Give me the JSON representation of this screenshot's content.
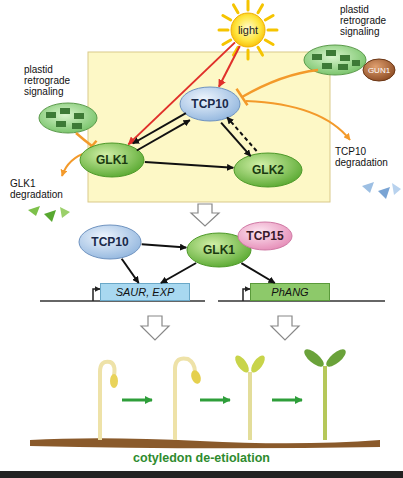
{
  "diagram": {
    "nodes": [
      {
        "text": [
          "light"
        ]
      },
      {
        "text": [
          "GUN1"
        ]
      },
      {
        "text": [
          "TCP10"
        ]
      },
      {
        "text": [
          "GLK1"
        ]
      },
      {
        "text": [
          "GLK2"
        ]
      },
      {
        "text": [
          "TCP10"
        ]
      },
      {
        "text": [
          "GLK1"
        ]
      },
      {
        "text": [
          "TCP15"
        ]
      },
      {
        "text": [
          "SAUR, EXP"
        ]
      },
      {
        "text": [
          "PhANG"
        ]
      }
    ],
    "edges": [
      {
        "from": 0,
        "to": 2,
        "arrow": "to"
      },
      {
        "from": 0,
        "to": 3,
        "arrow": "to"
      },
      {
        "from": 2,
        "to": 3,
        "arrow": "to"
      },
      {
        "from": 3,
        "to": 2,
        "arrow": "to"
      },
      {
        "from": 3,
        "to": 4,
        "arrow": "to"
      },
      {
        "from": 2,
        "to": 4,
        "arrow": "to"
      },
      {
        "from": 4,
        "to": 2,
        "arrow": "to"
      },
      {
        "from": 5,
        "to": 6,
        "arrow": "to"
      },
      {
        "from": 5,
        "to": 8,
        "arrow": "to"
      },
      {
        "from": 6,
        "to": 8,
        "arrow": "to"
      },
      {
        "from": 6,
        "to": 9,
        "arrow": "to"
      }
    ],
    "labels": [
      "plastid retrograde signaling",
      "plastid retrograde signaling",
      "TCP10 degradation",
      "GLK1 degradation",
      "cotyledon de-etiolation"
    ]
  }
}
